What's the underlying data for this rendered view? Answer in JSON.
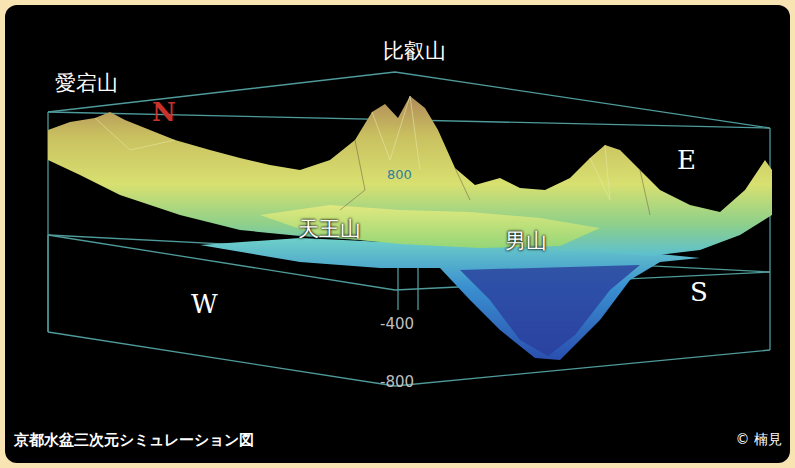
{
  "diagram": {
    "caption": "京都水盆三次元シミュレーション図",
    "labels": [
      "愛宕山",
      "N",
      "比叡山",
      "E",
      "800",
      "天王山",
      "男山",
      "W",
      "S",
      "-400",
      "-800",
      "© 楠見"
    ]
  }
}
